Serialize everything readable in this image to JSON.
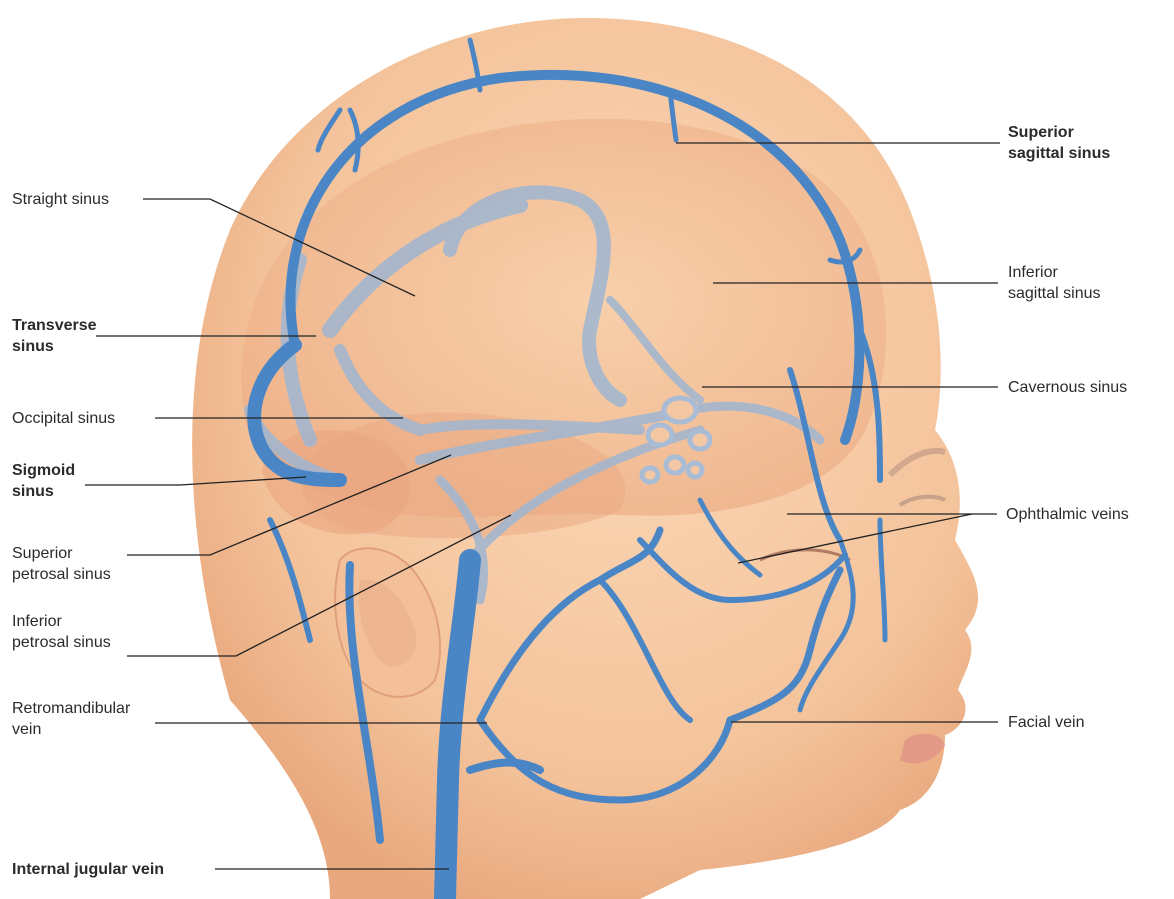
{
  "labels": {
    "superior_sagittal": {
      "lines": [
        "Superior",
        "sagittal sinus"
      ],
      "bold": true
    },
    "straight": {
      "lines": [
        "Straight sinus"
      ],
      "bold": false
    },
    "inferior_sagittal": {
      "lines": [
        "Inferior",
        "sagittal sinus"
      ],
      "bold": false
    },
    "transverse": {
      "lines": [
        "Transverse",
        "sinus"
      ],
      "bold": true
    },
    "cavernous": {
      "lines": [
        "Cavernous sinus"
      ],
      "bold": false
    },
    "occipital": {
      "lines": [
        "Occipital sinus"
      ],
      "bold": false
    },
    "sigmoid": {
      "lines": [
        "Sigmoid",
        "sinus"
      ],
      "bold": true
    },
    "ophthalmic": {
      "lines": [
        "Ophthalmic veins"
      ],
      "bold": false
    },
    "superior_petrosal": {
      "lines": [
        "Superior",
        "petrosal sinus"
      ],
      "bold": false
    },
    "inferior_petrosal": {
      "lines": [
        "Inferior",
        "petrosal sinus"
      ],
      "bold": false
    },
    "retromandibular": {
      "lines": [
        "Retromandibular",
        "vein"
      ],
      "bold": false
    },
    "facial": {
      "lines": [
        "Facial vein"
      ],
      "bold": false
    },
    "internal_jugular": {
      "lines": [
        "Internal jugular vein"
      ],
      "bold": true
    }
  },
  "colors": {
    "skin": "#f6c9a0",
    "skin_shadow": "#e9a77f",
    "vein": "#4a86c5",
    "vein_light": "#9fb6d2",
    "leader": "#222222"
  }
}
